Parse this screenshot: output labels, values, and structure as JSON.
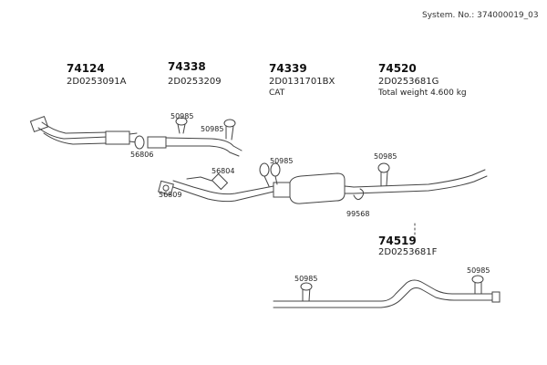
{
  "header": {
    "system_number": "System. No.: 374000019_03"
  },
  "sections": [
    {
      "id": "74124",
      "part_no": "74124",
      "code": "2D0253091A"
    },
    {
      "id": "74338",
      "part_no": "74338",
      "code": "2D0253209"
    },
    {
      "id": "74339",
      "part_no": "74339",
      "code": "2D0131701BX",
      "note": "CAT"
    },
    {
      "id": "74520",
      "part_no": "74520",
      "code": "2D0253681G",
      "note": "Total weight 4.600 kg"
    },
    {
      "id": "74519",
      "part_no": "74519",
      "code": "2D0253681F"
    }
  ],
  "references": {
    "r50985_a": "50985",
    "r50985_b": "50985",
    "r56806": "56806",
    "r56804": "56804",
    "r56809": "56809",
    "r50985_c": "50985",
    "r50985_d": "50985",
    "r99568": "99568",
    "r50985_e": "50985",
    "r50985_f": "50985"
  },
  "colors": {
    "line": "#444444",
    "text": "#222222",
    "background": "#ffffff"
  }
}
